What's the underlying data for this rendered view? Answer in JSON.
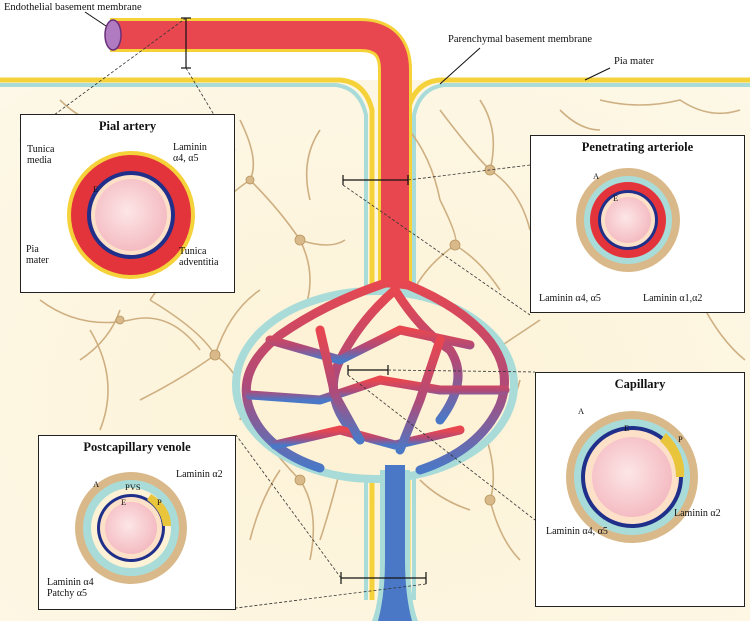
{
  "labels": {
    "endothelial_bm": "Endothelial basement membrane",
    "parenchymal_bm": "Parenchymal basement membrane",
    "pia_mater": "Pia mater"
  },
  "panels": {
    "pial_artery": {
      "title": "Pial artery",
      "tunica_media": "Tunica\nmedia",
      "laminin": "Laminin\nα4, α5",
      "pia_mater": "Pia\nmater",
      "tunica_adventitia": "Tunica\nadventitia",
      "cell_e": "E"
    },
    "penetrating_arteriole": {
      "title": "Penetrating arteriole",
      "cell_a": "A",
      "cell_e": "E",
      "laminin_left": "Laminin α4, α5",
      "laminin_right": "Laminin α1,α2"
    },
    "capillary": {
      "title": "Capillary",
      "cell_a": "A",
      "cell_e": "E",
      "cell_p": "P",
      "laminin_left": "Laminin α4, α5",
      "laminin_right": "Laminin α2"
    },
    "postcapillary_venole": {
      "title": "Postcapillary venole",
      "cell_a": "A",
      "pvs": "PVS",
      "cell_e": "E",
      "cell_p": "P",
      "laminin_right": "Laminin α2",
      "laminin_left": "Laminin α4\nPatchy α5"
    }
  },
  "colors": {
    "artery": "#e8474f",
    "vein": "#4a78c6",
    "basement_membrane": "#a9dcd8",
    "pia": "#f6d23a",
    "background": "#fdf5dc",
    "astrocyte": "#d9b98a",
    "laminin_blue": "#1f2f8a",
    "pericyte": "#e8c53a"
  }
}
